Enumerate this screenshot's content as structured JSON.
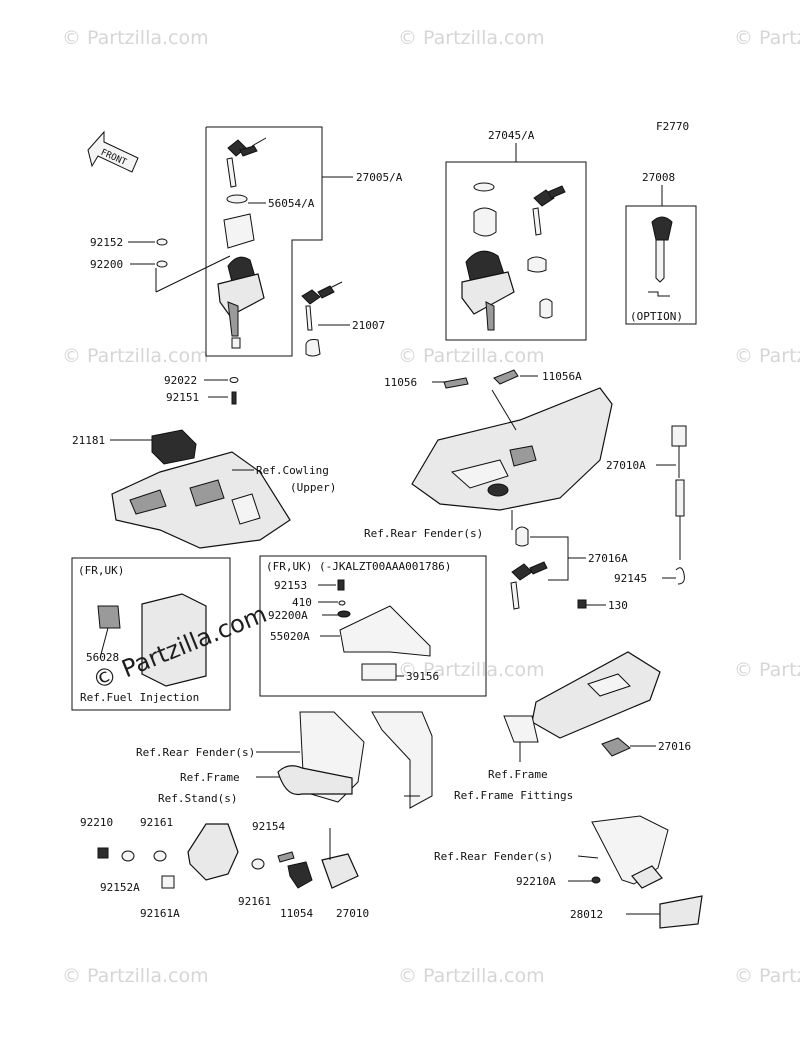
{
  "watermark": "© Partzilla.com",
  "figure_code": "F2770",
  "front_label": "FRONT",
  "callouts": {
    "c27005A": "27005/A",
    "c56054A": "56054/A",
    "c92152": "92152",
    "c92200": "92200",
    "c92022": "92022",
    "c92151": "92151",
    "c21007": "21007",
    "c27045A": "27045/A",
    "c27008": "27008",
    "option": "(OPTION)",
    "c11056": "11056",
    "c11056A": "11056A",
    "c21181": "21181",
    "ref_cowling": "Ref.Cowling",
    "upper": "(Upper)",
    "c27010A": "27010A",
    "ref_rear_fender_1": "Ref.Rear Fender(s)",
    "c27016A": "27016A",
    "c92145": "92145",
    "fr_uk_1": "(FR,UK)",
    "c56028": "56028",
    "ref_fuel_injection": "Ref.Fuel Injection",
    "fr_uk_2": "(FR,UK)  (-JKALZT00AAA001786)",
    "c92153": "92153",
    "c410": "410",
    "c92200A": "92200A",
    "c55020A": "55020A",
    "c39156": "39156",
    "c130": "130",
    "ref_rear_fender_2": "Ref.Rear Fender(s)",
    "ref_frame_1": "Ref.Frame",
    "ref_stand": "Ref.Stand(s)",
    "ref_frame_fittings": "Ref.Frame Fittings",
    "ref_frame_2": "Ref.Frame",
    "c27016": "27016",
    "c92210": "92210",
    "c92161_1": "92161",
    "c92154": "92154",
    "c92152A": "92152A",
    "c92161A": "92161A",
    "c92161_2": "92161",
    "c11054": "11054",
    "c27010": "27010",
    "ref_rear_fender_3": "Ref.Rear Fender(s)",
    "c92210A": "92210A",
    "c28012": "28012"
  }
}
